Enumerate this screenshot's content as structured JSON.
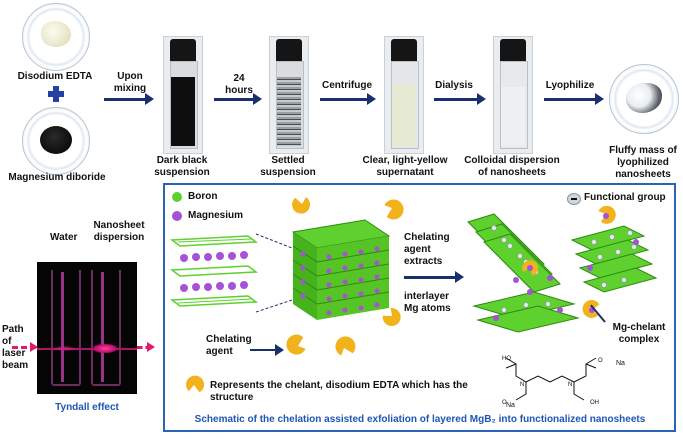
{
  "top": {
    "reagent1": "Disodium EDTA",
    "reagent2": "Magnesium diboride",
    "step1": "Upon mixing",
    "step2": "24 hours",
    "step3": "Centrifuge",
    "step4": "Dialysis",
    "step5": "Lyophilize",
    "vial1": "Dark black suspension",
    "vial2": "Settled suspension",
    "vial3": "Clear, light-yellow supernatant",
    "vial4": "Colloidal dispersion of nanosheets",
    "product": "Fluffy mass of lyophilized nanosheets"
  },
  "tyndall": {
    "water": "Water",
    "nanosheet": "Nanosheet dispersion",
    "path": "Path of laser beam",
    "caption": "Tyndall effect"
  },
  "schematic": {
    "legend_boron": "Boron",
    "legend_mg": "Magnesium",
    "functional_group": "Functional group",
    "chelating_agent": "Chelating agent",
    "extracts": "Chelating agent extracts",
    "interlayer": "interlayer Mg atoms",
    "complex": "Mg-chelant complex",
    "represents": "Represents the chelant, disodium EDTA which has the structure",
    "caption": "Schematic of the chelation assisted exfoliation of layered MgB₂ into functionalized nanosheets",
    "na1": "Na",
    "na2": "Na"
  },
  "colors": {
    "arrow": "#1a2f6e",
    "boron": "#5ed12e",
    "magnesium": "#a552d6",
    "chelant": "#f2b21b",
    "panel_border": "#2b63b8",
    "caption": "#1f56b3"
  }
}
